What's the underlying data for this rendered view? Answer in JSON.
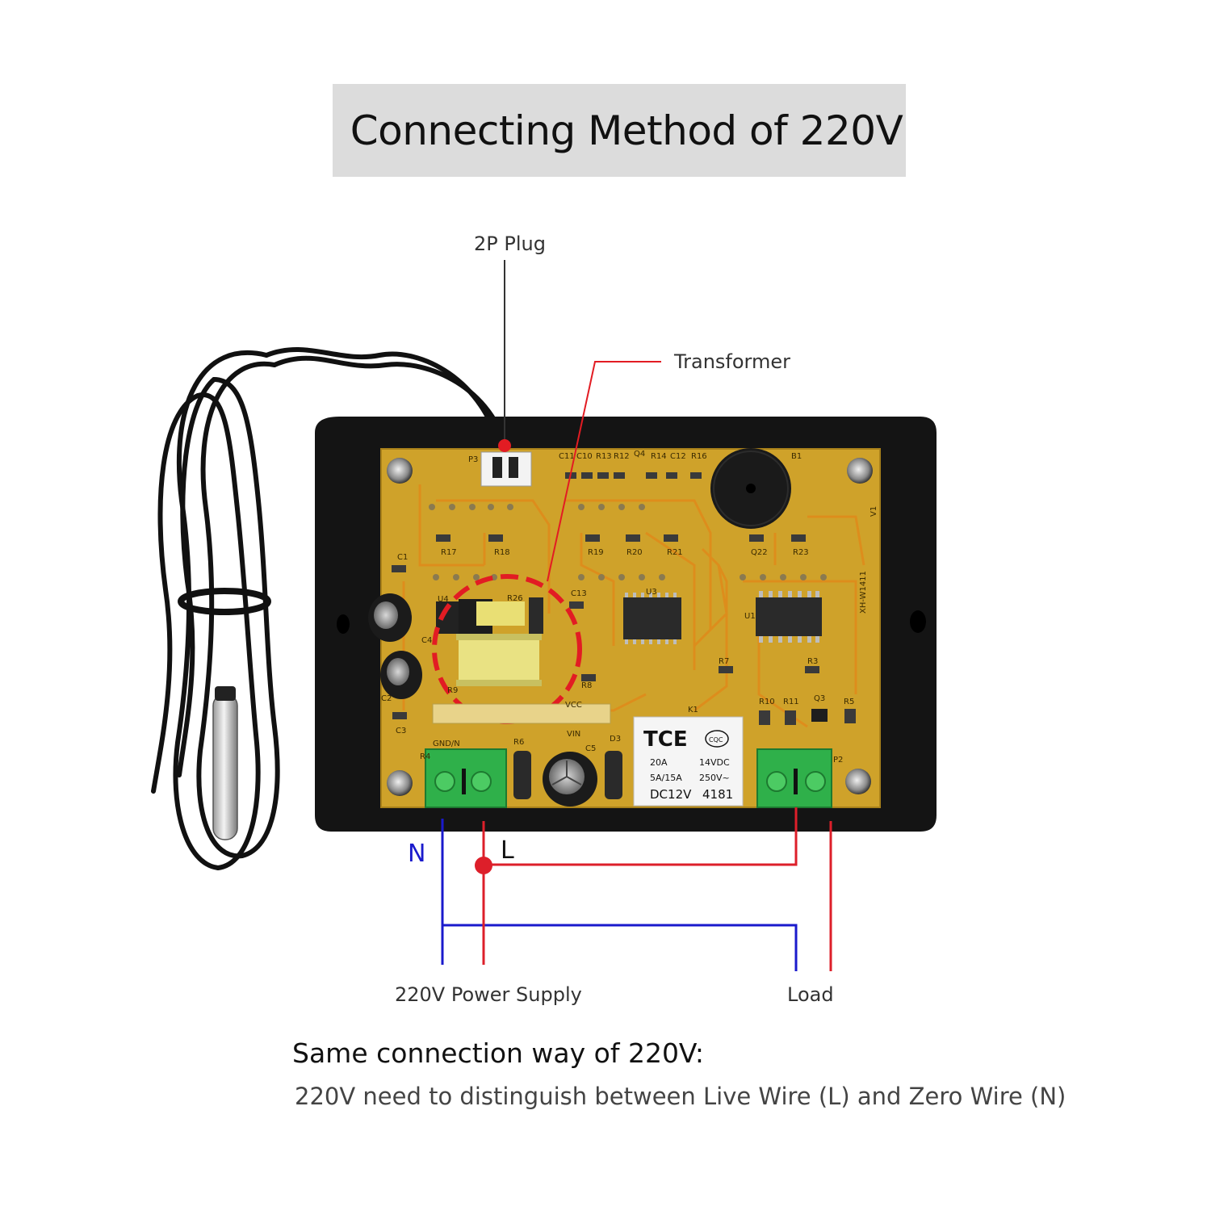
{
  "title": "Connecting Method of 220V",
  "callouts": {
    "plug": "2P Plug",
    "transformer": "Transformer"
  },
  "wires": {
    "neutral_letter": "N",
    "live_letter": "L",
    "neutral_color": "#1a1acc",
    "live_color": "#dd1f2a"
  },
  "bottom_labels": {
    "power_supply": "220V Power Supply",
    "load": "Load"
  },
  "board": {
    "model": "XH-W1411",
    "version": "V1",
    "terminal_left": "GND/N",
    "vcc": "VCC",
    "vin": "VIN",
    "relay": {
      "brand": "TCE",
      "cert": "CQC",
      "line1_left": "20A",
      "line1_right": "14VDC",
      "line2_left": "5A/15A",
      "line2_right": "250V~",
      "line3_left": "DC12V",
      "line3_right": "4181"
    },
    "silkscreen": [
      "P3",
      "C11",
      "C10",
      "R13",
      "R12",
      "Q4",
      "R14",
      "C12",
      "R16",
      "B1",
      "R17",
      "R18",
      "R19",
      "R20",
      "R21",
      "Q22",
      "R23",
      "C1",
      "U4",
      "R26",
      "C13",
      "U3",
      "U1",
      "C4",
      "C2",
      "R8",
      "R7",
      "R3",
      "K1",
      "R10",
      "R11",
      "Q3",
      "R5",
      "C3",
      "R4",
      "C5",
      "D3",
      "P2",
      "R6",
      "R9"
    ]
  },
  "note": {
    "heading": "Same connection way of  220V:",
    "body": "220V need to distinguish between Live Wire (L) and Zero Wire (N)"
  }
}
